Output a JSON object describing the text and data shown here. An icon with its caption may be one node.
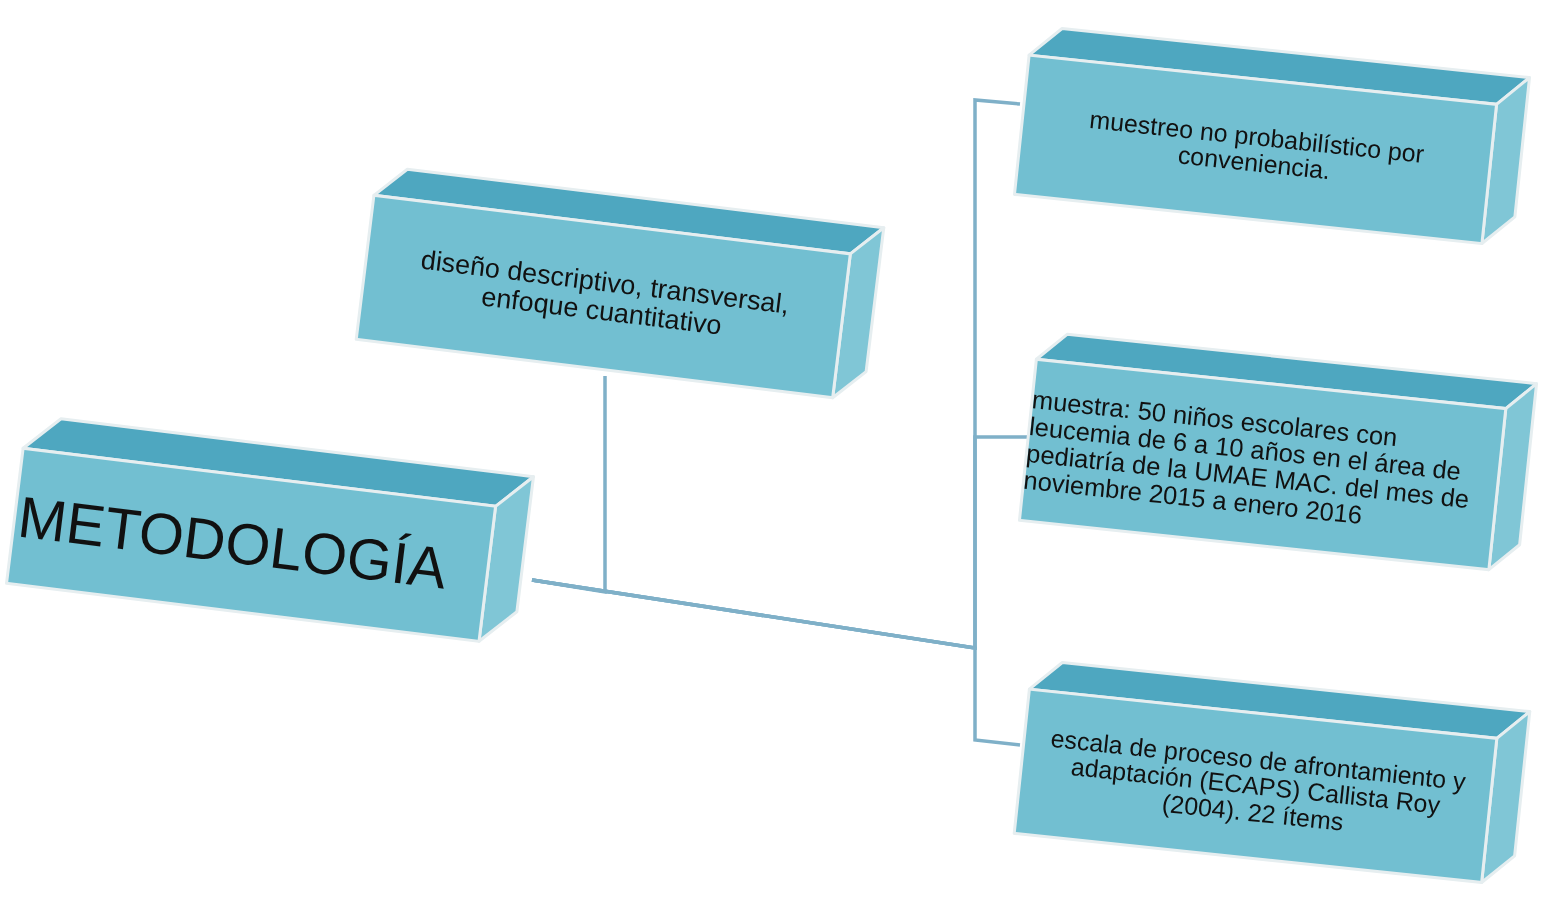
{
  "diagram": {
    "nodes": [
      {
        "text": [
          "METODOLOGÍA"
        ]
      },
      {
        "text": [
          "diseño descriptivo, transversal, enfoque cuantitativo"
        ]
      },
      {
        "text": [
          "muestreo no probabilístico por conveniencia."
        ]
      },
      {
        "text": [
          "muestra: 50 niños escolares con leucemia de 6 a 10 años en el área de pediatría de la UMAE MAC. del mes de noviembre 2015 a enero 2016"
        ]
      },
      {
        "text": [
          "escala de proceso de afrontamiento y adaptación (ECAPS) Callista Roy (2004). 22 ítems"
        ]
      }
    ],
    "edges": [
      {
        "from": 0,
        "to": 1,
        "arrow": "none"
      },
      {
        "from": 0,
        "to": 2,
        "arrow": "none"
      },
      {
        "from": 0,
        "to": 3,
        "arrow": "none"
      },
      {
        "from": 0,
        "to": 4,
        "arrow": "none"
      }
    ]
  }
}
